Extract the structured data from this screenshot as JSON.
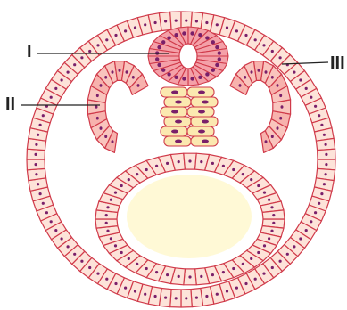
{
  "labels": {
    "I": "I",
    "II": "II",
    "III": "III"
  },
  "colors": {
    "outline": "#d03a4a",
    "cell_light": "#fde3d9",
    "cell_pink": "#f7b2ad",
    "cell_yellow": "#fbe8b0",
    "nucleus": "#7a1f6a",
    "yolk": "#fff9d6",
    "neural_cell": "#f4a0a8"
  }
}
